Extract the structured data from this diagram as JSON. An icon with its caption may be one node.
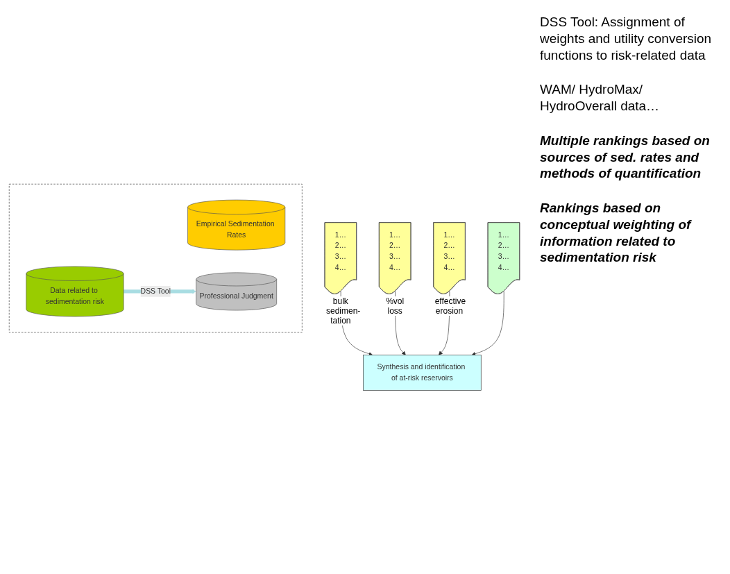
{
  "diagram": {
    "nodes": [
      {
        "text": [],
        "shape": "box"
      },
      {
        "text": [
          "Empirical Sedimentation Rates"
        ],
        "in": 0
      },
      {
        "text": [
          "Data related to sedimentation risk"
        ],
        "in": 0
      },
      {
        "text": [
          "Professional Judgment"
        ],
        "in": 0
      },
      {
        "text": [
          "1…",
          "2…",
          "3…",
          "4…"
        ],
        "beside": [
          "bulk sedimen- tation"
        ]
      },
      {
        "text": [
          "1…",
          "2…",
          "3…",
          "4…"
        ],
        "beside": [
          "%vol loss"
        ]
      },
      {
        "text": [
          "1…",
          "2…",
          "3…",
          "4…"
        ],
        "beside": [
          "effective erosion"
        ]
      },
      {
        "text": [
          "1…",
          "2…",
          "3…",
          "4…"
        ]
      },
      {
        "text": [
          "Synthesis and identification of at-risk reservoirs"
        ]
      }
    ],
    "edges": [
      {
        "from": 2,
        "to": 3,
        "arrow": "to",
        "label": "DSS Tool",
        "style": "thick",
        "color": "#a8dde2"
      },
      {
        "from": 4,
        "to": 8,
        "arrow": "to"
      },
      {
        "from": 5,
        "to": 8,
        "arrow": "to"
      },
      {
        "from": 6,
        "to": 8,
        "arrow": "to"
      },
      {
        "from": 7,
        "to": 8,
        "arrow": "to"
      }
    ],
    "labels": [
      "DSS Tool: Assignment of weights and utility conversion functions to risk-related data",
      "WAM/ HydroMax/ HydroOverall data…",
      "Multiple rankings based on sources of sed. rates and methods of quantification",
      "Rankings based on conceptual weighting of information related to sedimentation risk"
    ]
  }
}
